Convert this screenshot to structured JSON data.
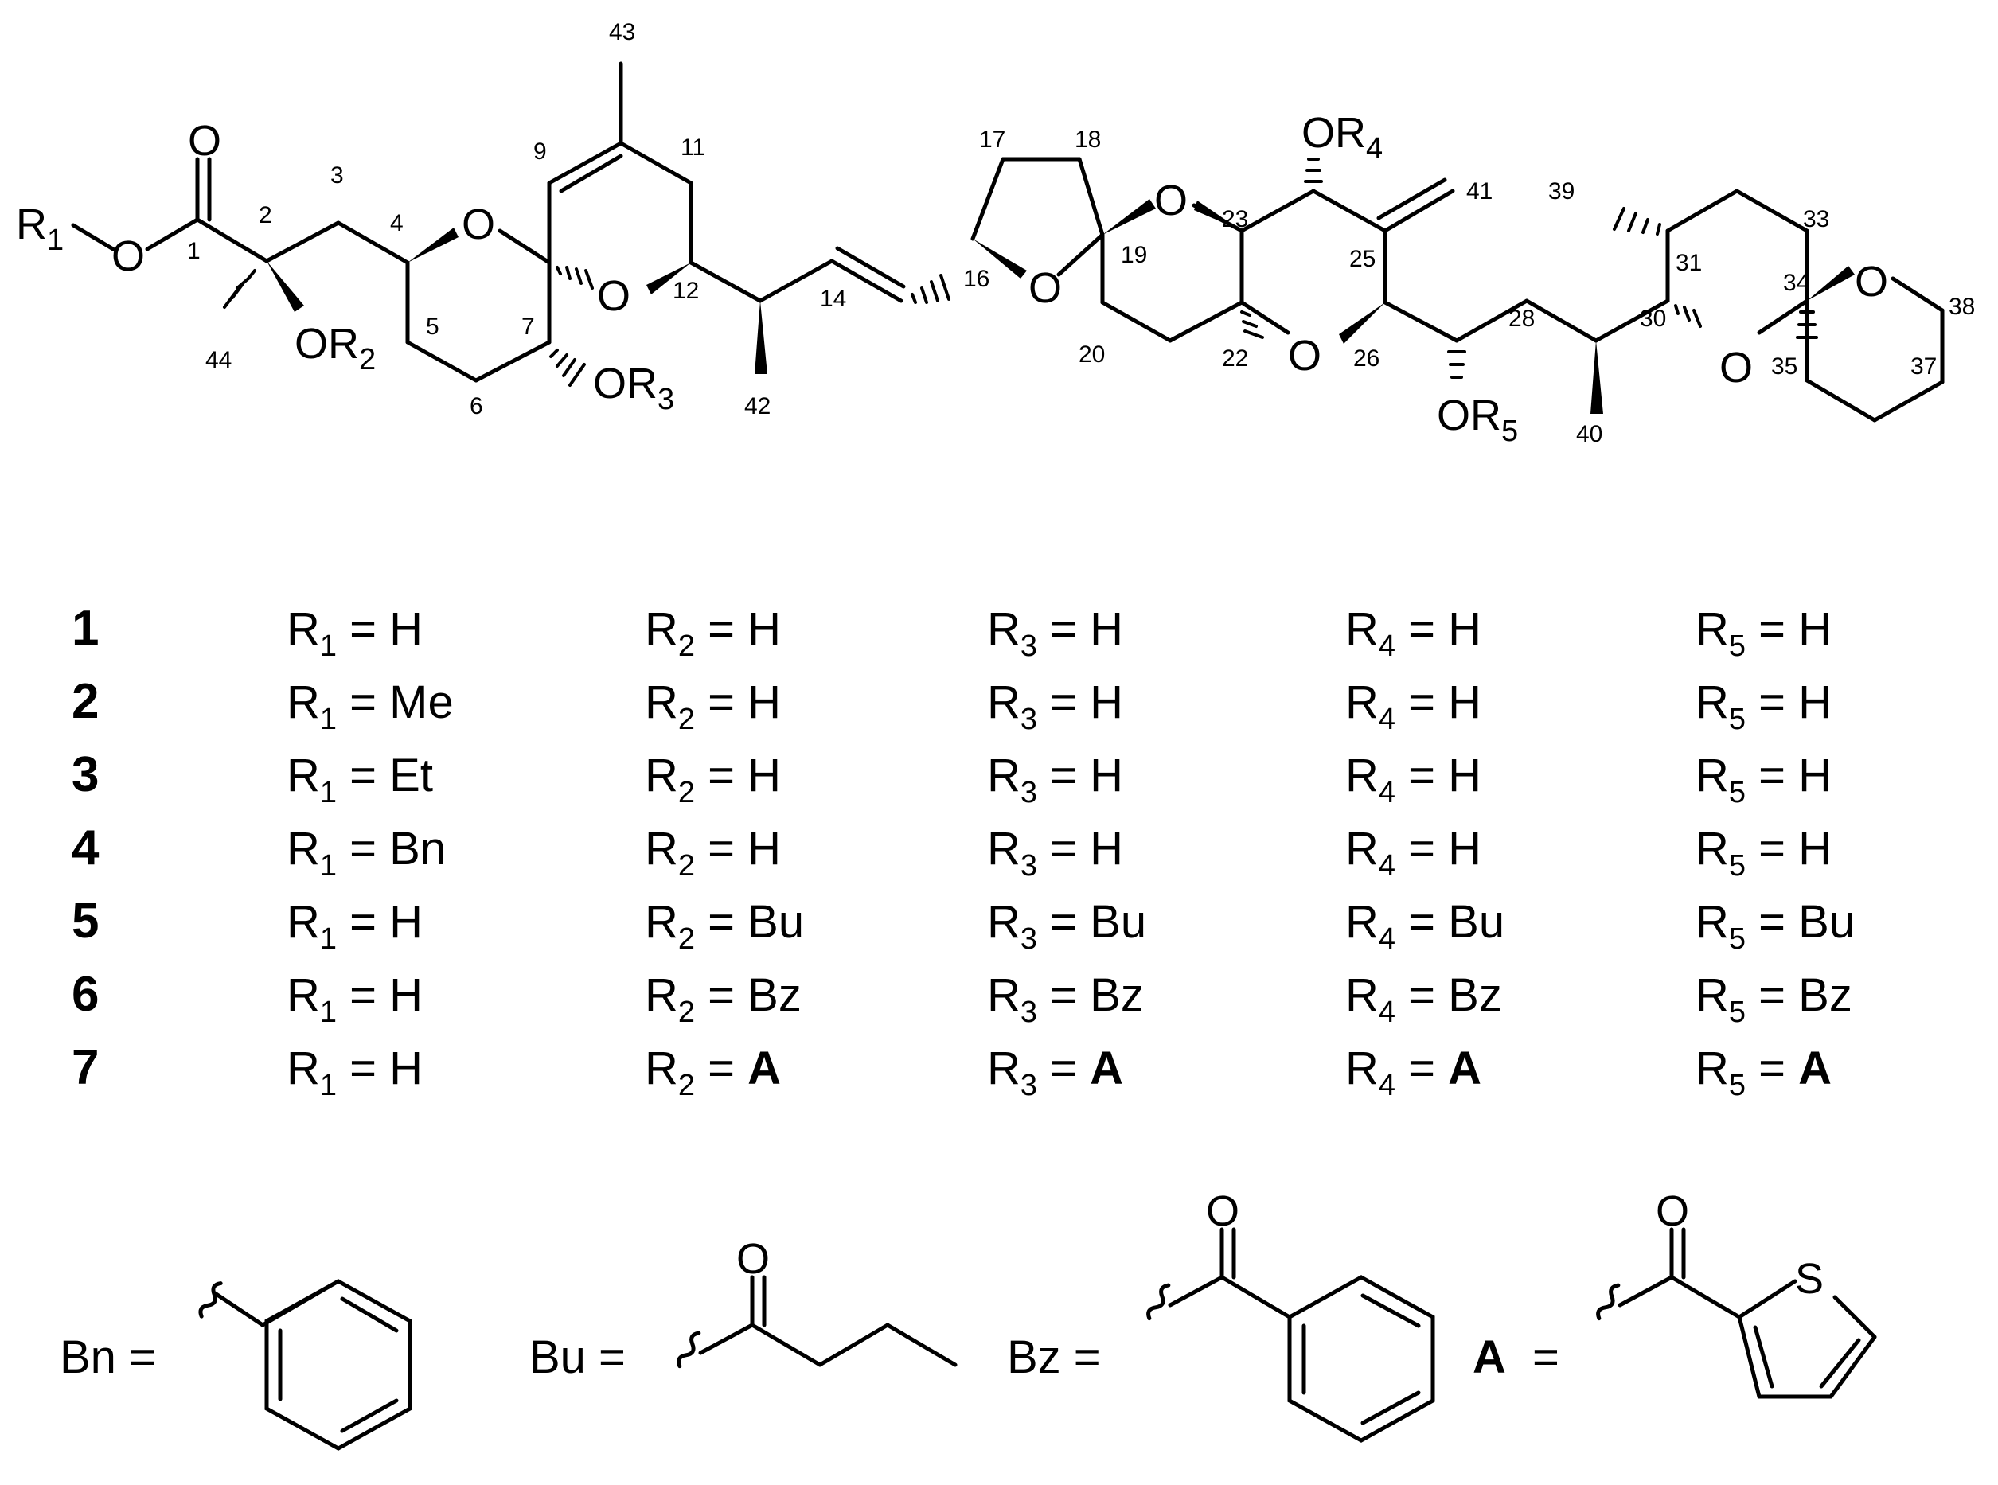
{
  "figure": {
    "atom_labels": {
      "O": "O",
      "R1": "R",
      "R1_sub": "1",
      "OR2": "OR",
      "OR2_sub": "2",
      "OR3": "OR",
      "OR3_sub": "3",
      "OR4": "OR",
      "OR4_sub": "4",
      "OR5": "OR",
      "OR5_sub": "5",
      "S": "S"
    },
    "carbon_numbers": [
      "1",
      "2",
      "3",
      "4",
      "5",
      "6",
      "7",
      "9",
      "11",
      "12",
      "14",
      "16",
      "17",
      "18",
      "19",
      "20",
      "22",
      "23",
      "25",
      "26",
      "28",
      "30",
      "31",
      "33",
      "34",
      "35",
      "37",
      "38",
      "39",
      "40",
      "41",
      "42",
      "43",
      "44"
    ]
  },
  "table": {
    "rows": [
      {
        "id": "1",
        "cells": [
          [
            "R",
            "1",
            "H"
          ],
          [
            "R",
            "2",
            "H"
          ],
          [
            "R",
            "3",
            "H"
          ],
          [
            "R",
            "4",
            "H"
          ],
          [
            "R",
            "5",
            "H"
          ]
        ]
      },
      {
        "id": "2",
        "cells": [
          [
            "R",
            "1",
            "Me"
          ],
          [
            "R",
            "2",
            "H"
          ],
          [
            "R",
            "3",
            "H"
          ],
          [
            "R",
            "4",
            "H"
          ],
          [
            "R",
            "5",
            "H"
          ]
        ]
      },
      {
        "id": "3",
        "cells": [
          [
            "R",
            "1",
            "Et"
          ],
          [
            "R",
            "2",
            "H"
          ],
          [
            "R",
            "3",
            "H"
          ],
          [
            "R",
            "4",
            "H"
          ],
          [
            "R",
            "5",
            "H"
          ]
        ]
      },
      {
        "id": "4",
        "cells": [
          [
            "R",
            "1",
            "Bn"
          ],
          [
            "R",
            "2",
            "H"
          ],
          [
            "R",
            "3",
            "H"
          ],
          [
            "R",
            "4",
            "H"
          ],
          [
            "R",
            "5",
            "H"
          ]
        ]
      },
      {
        "id": "5",
        "cells": [
          [
            "R",
            "1",
            "H"
          ],
          [
            "R",
            "2",
            "Bu"
          ],
          [
            "R",
            "3",
            "Bu"
          ],
          [
            "R",
            "4",
            "Bu"
          ],
          [
            "R",
            "5",
            "Bu"
          ]
        ]
      },
      {
        "id": "6",
        "cells": [
          [
            "R",
            "1",
            "H"
          ],
          [
            "R",
            "2",
            "Bz"
          ],
          [
            "R",
            "3",
            "Bz"
          ],
          [
            "R",
            "4",
            "Bz"
          ],
          [
            "R",
            "5",
            "Bz"
          ]
        ]
      },
      {
        "id": "7",
        "cells": [
          [
            "R",
            "1",
            "H"
          ],
          [
            "R",
            "2",
            "A"
          ],
          [
            "R",
            "3",
            "A"
          ],
          [
            "R",
            "4",
            "A"
          ],
          [
            "R",
            "5",
            "A"
          ]
        ]
      }
    ],
    "equals": "="
  },
  "legend": {
    "bn_label": "Bn =",
    "bu_label": "Bu =",
    "bz_label": "Bz =",
    "a_label": "A",
    "a_eq": "=",
    "o_label": "O",
    "s_label": "S"
  },
  "colors": {
    "ink": "#000000",
    "background": "#ffffff"
  }
}
